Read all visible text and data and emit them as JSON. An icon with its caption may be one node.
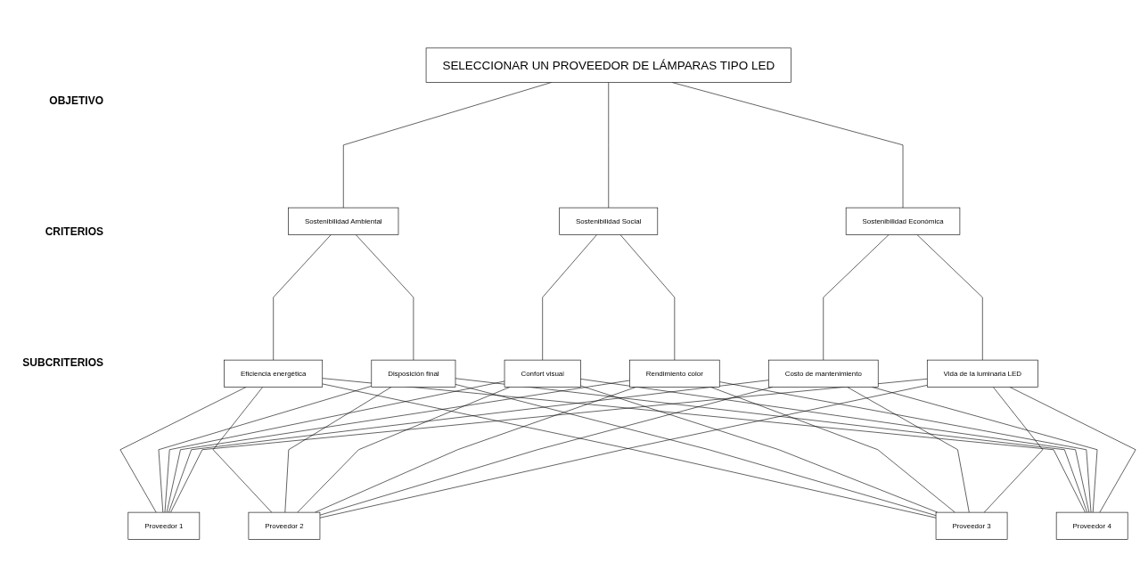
{
  "diagram": {
    "nodes": [
      {
        "text": [
          "SELECCIONAR UN PROVEEDOR DE LÁMPARAS TIPO LED"
        ]
      },
      {
        "text": [
          "Sostenibilidad Ambiental"
        ]
      },
      {
        "text": [
          "Sostenibilidad Social"
        ]
      },
      {
        "text": [
          "Sostenibilidad Económica"
        ]
      },
      {
        "text": [
          "Eficiencia energética"
        ]
      },
      {
        "text": [
          "Disposición final"
        ]
      },
      {
        "text": [
          "Confort visual"
        ]
      },
      {
        "text": [
          "Rendimiento color"
        ]
      },
      {
        "text": [
          "Costo de mantenimiento"
        ]
      },
      {
        "text": [
          "Vida de la luminaria LED"
        ]
      },
      {
        "text": [
          "Proveedor 1"
        ]
      },
      {
        "text": [
          "Proveedor 2"
        ]
      },
      {
        "text": [
          "Proveedor 3"
        ]
      },
      {
        "text": [
          "Proveedor 4"
        ]
      }
    ],
    "edges": [
      {
        "from": 0,
        "to": 1,
        "arrow": "none"
      },
      {
        "from": 0,
        "to": 2,
        "arrow": "none"
      },
      {
        "from": 0,
        "to": 3,
        "arrow": "none"
      },
      {
        "from": 1,
        "to": 4,
        "arrow": "none"
      },
      {
        "from": 1,
        "to": 5,
        "arrow": "none"
      },
      {
        "from": 2,
        "to": 6,
        "arrow": "none"
      },
      {
        "from": 2,
        "to": 7,
        "arrow": "none"
      },
      {
        "from": 3,
        "to": 8,
        "arrow": "none"
      },
      {
        "from": 3,
        "to": 9,
        "arrow": "none"
      },
      {
        "from": 4,
        "to": 10,
        "arrow": "none"
      },
      {
        "from": 4,
        "to": 11,
        "arrow": "none"
      },
      {
        "from": 4,
        "to": 12,
        "arrow": "none"
      },
      {
        "from": 4,
        "to": 13,
        "arrow": "none"
      },
      {
        "from": 5,
        "to": 10,
        "arrow": "none"
      },
      {
        "from": 5,
        "to": 11,
        "arrow": "none"
      },
      {
        "from": 5,
        "to": 12,
        "arrow": "none"
      },
      {
        "from": 5,
        "to": 13,
        "arrow": "none"
      },
      {
        "from": 6,
        "to": 10,
        "arrow": "none"
      },
      {
        "from": 6,
        "to": 11,
        "arrow": "none"
      },
      {
        "from": 6,
        "to": 12,
        "arrow": "none"
      },
      {
        "from": 6,
        "to": 13,
        "arrow": "none"
      },
      {
        "from": 7,
        "to": 10,
        "arrow": "none"
      },
      {
        "from": 7,
        "to": 11,
        "arrow": "none"
      },
      {
        "from": 7,
        "to": 12,
        "arrow": "none"
      },
      {
        "from": 7,
        "to": 13,
        "arrow": "none"
      },
      {
        "from": 8,
        "to": 10,
        "arrow": "none"
      },
      {
        "from": 8,
        "to": 11,
        "arrow": "none"
      },
      {
        "from": 8,
        "to": 12,
        "arrow": "none"
      },
      {
        "from": 8,
        "to": 13,
        "arrow": "none"
      },
      {
        "from": 9,
        "to": 10,
        "arrow": "none"
      },
      {
        "from": 9,
        "to": 11,
        "arrow": "none"
      },
      {
        "from": 9,
        "to": 12,
        "arrow": "none"
      },
      {
        "from": 9,
        "to": 13,
        "arrow": "none"
      }
    ],
    "labels": [
      "OBJETIVO",
      "CRITERIOS",
      "SUBCRITERIOS"
    ]
  }
}
